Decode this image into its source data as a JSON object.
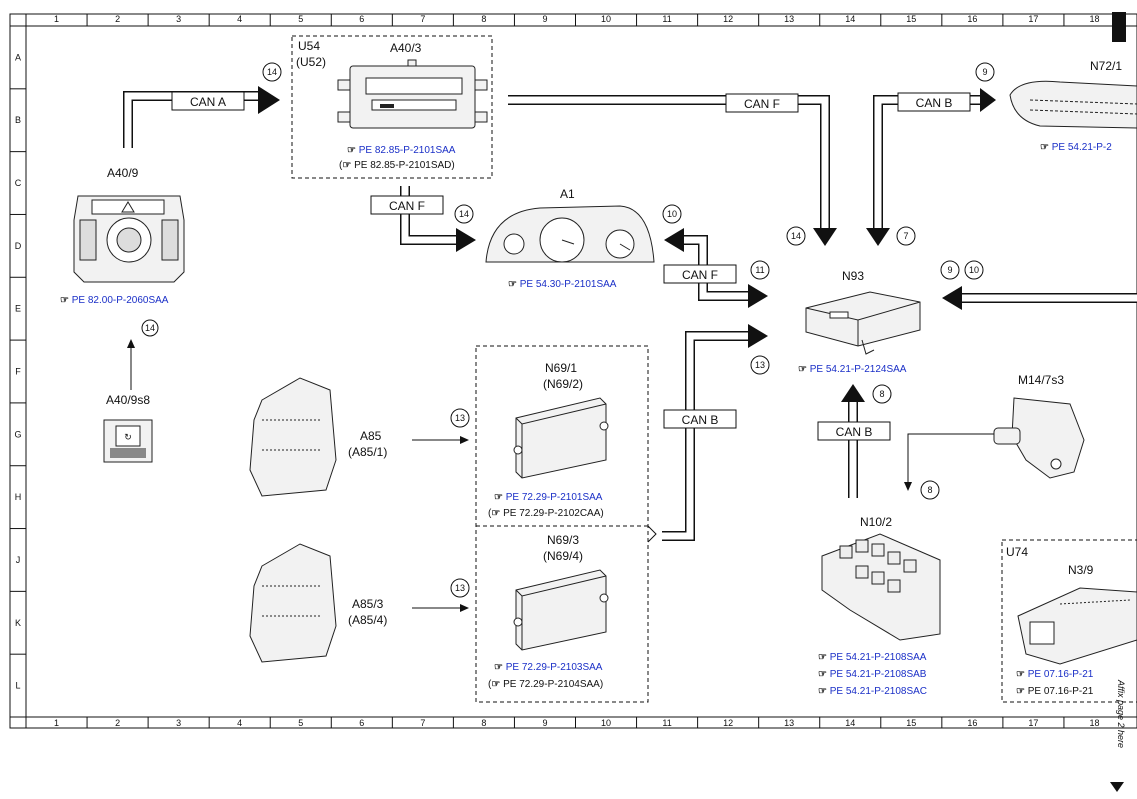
{
  "grid": {
    "columns": [
      "1",
      "2",
      "3",
      "4",
      "5",
      "6",
      "7",
      "8",
      "9",
      "10",
      "11",
      "12",
      "13",
      "14",
      "15",
      "16",
      "17",
      "18"
    ],
    "rows": [
      "A",
      "B",
      "C",
      "D",
      "E",
      "F",
      "G",
      "H",
      "J",
      "K",
      "L"
    ]
  },
  "components": {
    "a40_9": {
      "label": "A40/9",
      "ref": "PE 82.00-P-2060SAA"
    },
    "a40_9s8": {
      "label": "A40/9s8"
    },
    "u54": {
      "label": "U54",
      "sub": "(U52)"
    },
    "a40_3": {
      "label": "A40/3",
      "ref1": "PE 82.85-P-2101SAA",
      "ref2": "PE 82.85-P-2101SAD"
    },
    "a1": {
      "label": "A1",
      "ref": "PE 54.30-P-2101SAA"
    },
    "n72_1": {
      "label": "N72/1",
      "ref": "PE 54.21-P-2"
    },
    "n93": {
      "label": "N93",
      "ref": "PE 54.21-P-2124SAA"
    },
    "m14_7s3": {
      "label": "M14/7s3"
    },
    "a85": {
      "label": "A85",
      "sub": "(A85/1)"
    },
    "a85_3": {
      "label": "A85/3",
      "sub": "(A85/4)"
    },
    "n69_1": {
      "label": "N69/1",
      "sub": "(N69/2)",
      "ref1": "PE 72.29-P-2101SAA",
      "ref2": "PE 72.29-P-2102CAA"
    },
    "n69_3": {
      "label": "N69/3",
      "sub": "(N69/4)",
      "ref1": "PE 72.29-P-2103SAA",
      "ref2": "PE 72.29-P-2104SAA"
    },
    "n10_2": {
      "label": "N10/2",
      "ref1": "PE 54.21-P-2108SAA",
      "ref2": "PE 54.21-P-2108SAB",
      "ref3": "PE 54.21-P-2108SAC"
    },
    "u74": {
      "label": "U74"
    },
    "n3_9": {
      "label": "N3/9",
      "ref1": "PE 07.16-P-21",
      "ref2": "PE 07.16-P-21"
    }
  },
  "buses": {
    "can_a": "CAN A",
    "can_f_top": "CAN F",
    "can_b_top": "CAN B",
    "can_f_mid": "CAN F",
    "can_f_right": "CAN F",
    "can_b_mid": "CAN B",
    "can_b_low": "CAN B"
  },
  "circles": {
    "c14_top": "14",
    "c9_top": "9",
    "c14_a1": "14",
    "c10": "10",
    "c11": "11",
    "c14_n93": "14",
    "c7": "7",
    "c9": "9",
    "c10b": "10",
    "c13_n93": "13",
    "c8_n93": "8",
    "c14_left": "14",
    "c13_a85": "13",
    "c13_a853": "13",
    "c8_m14": "8"
  },
  "side_note": "Affix page 2 here"
}
